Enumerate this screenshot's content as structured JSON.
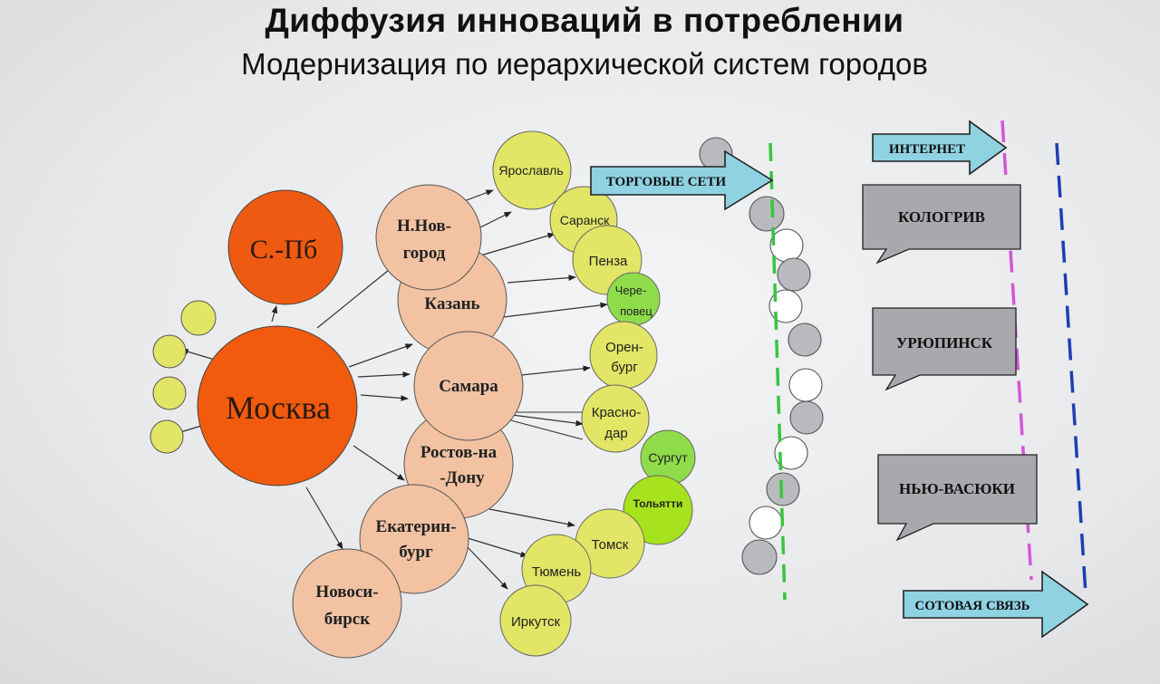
{
  "title": "Диффузия инноваций в потреблении",
  "subtitle": "Модернизация по иерархической систем городов",
  "cities": {
    "moscow": "Москва",
    "spb": "С.-Пб",
    "nnov_1": "Н.Нов-",
    "nnov_2": "город",
    "kazan": "Казань",
    "samara": "Самара",
    "rostov_1": "Ростов-на",
    "rostov_2": "-Дону",
    "ekb_1": "Екатерин-",
    "ekb_2": "бург",
    "nsk_1": "Новоси-",
    "nsk_2": "бирск",
    "yaroslavl": "Ярославль",
    "saransk": "Саранск",
    "penza": "Пенза",
    "cherep_1": "Чере-",
    "cherep_2": "повец",
    "orenburg_1": "Орен-",
    "orenburg_2": "бург",
    "krasnodar_1": "Красно-",
    "krasnodar_2": "дар",
    "surgut": "Сургут",
    "tolyatti": "Тольятти",
    "tomsk": "Томск",
    "tyumen": "Тюмень",
    "irkutsk": "Иркутск"
  },
  "labels": {
    "trade": "ТОРГОВЫЕ СЕТИ",
    "internet": "ИНТЕРНЕТ",
    "mobile": "СОТОВАЯ СВЯЗЬ",
    "kologriv": "КОЛОГРИВ",
    "uryupinsk": "УРЮПИНСК",
    "nyu_vasyuki": "НЬЮ-ВАСЮКИ"
  },
  "colors": {
    "moscow": "#f25a0d",
    "spb": "#ef5a13",
    "regional": "#f2c2a2",
    "yellow": "#e2e565",
    "green": "#8fdc4a",
    "bright_green": "#a6e21d",
    "grey_circle": "#b9babd",
    "arrow_fill": "#8fd2e2",
    "callout_fill": "#a8a9ac",
    "green_dash": "#39c43f",
    "magenta_dash": "#d356d8",
    "blue_dash": "#1b3fb4"
  }
}
